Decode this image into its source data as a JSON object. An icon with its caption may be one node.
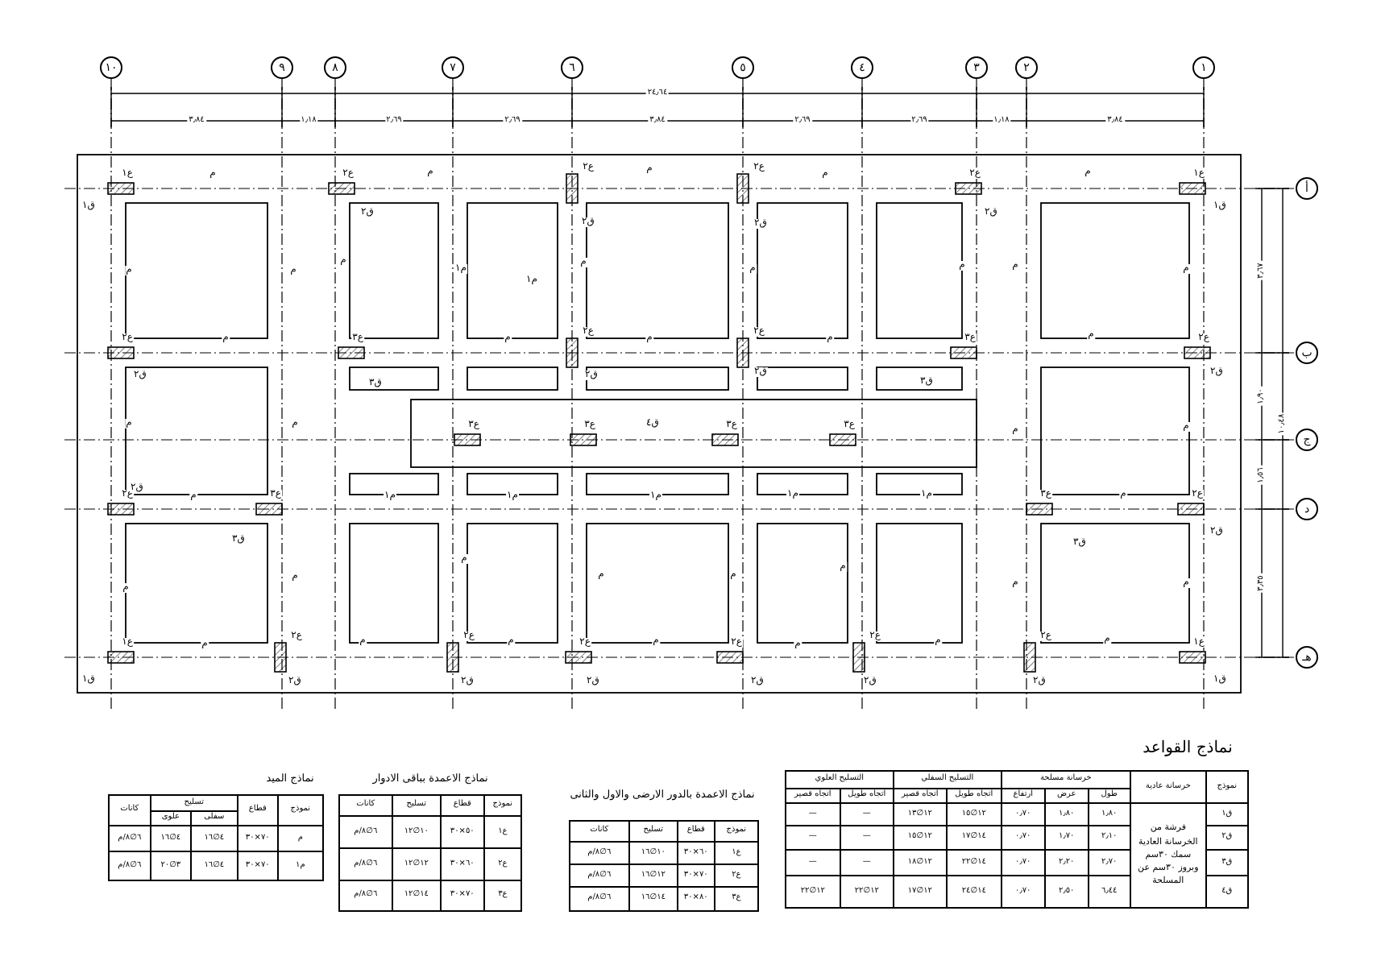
{
  "diagram": {
    "labels": [
      "١٠",
      "٩",
      "٨",
      "٧",
      "٦",
      "٥",
      "٤",
      "٣",
      "٢",
      "١",
      "أ",
      "ب",
      "ج",
      "د",
      "هـ",
      "٢٤٫٦٤",
      "٣٫٨٤",
      "١٫١٨",
      "٢٫٦٩",
      "٢٫٦٩",
      "٣٫٨٤",
      "٢٫٦٩",
      "٢٫٦٩",
      "١٫١٨",
      "٣٫٨٤",
      "١٠٫٤٨",
      "٣٫٦٧",
      "١٫٩٠",
      "١٫٥٦",
      "٣٫٣٥",
      "ع١",
      "ع٢",
      "ع٢",
      "ع٢",
      "ع٢",
      "ع١",
      "ع٢",
      "ع٣",
      "ع٢",
      "ع٢",
      "ع٣",
      "ع٢",
      "ع٣",
      "ع٣",
      "ع٣",
      "ع٣",
      "ع٢",
      "ع٣",
      "ع٣",
      "ع٢",
      "ع١",
      "ع٢",
      "ع٢",
      "ع٢",
      "ع٢",
      "ع٢",
      "ع٢",
      "ع١",
      "ق١",
      "ق٢",
      "ق٢",
      "ق٢",
      "ق٢",
      "ق١",
      "ق٢",
      "ق٣",
      "ق٢",
      "ق٢",
      "ق٣",
      "ق٢",
      "ق٤",
      "ق٢",
      "ق٣",
      "ق٣",
      "ق٢",
      "ق١",
      "ق٢",
      "ق٢",
      "ق٢",
      "ق٢",
      "ق٢",
      "ق٢",
      "ق١",
      "م",
      "م",
      "م",
      "م",
      "م",
      "م",
      "م",
      "م",
      "م١",
      "م١",
      "م",
      "م",
      "م",
      "م",
      "م",
      "م",
      "م",
      "م",
      "م",
      "م",
      "م",
      "م",
      "م",
      "م",
      "م",
      "م١",
      "م١",
      "م١",
      "م١",
      "م١",
      "م",
      "م",
      "م",
      "م",
      "م",
      "م",
      "م",
      "م",
      "م",
      "م",
      "م",
      "م",
      "م",
      "م",
      "م",
      "م",
      "نماذج القواعد",
      "نموذج",
      "خرسانة عادية",
      "خرسانة مسلحة",
      "التسليح السفلي",
      "التسليح العلوي",
      "طول",
      "عرض",
      "ارتفاع",
      "اتجاه طويل",
      "اتجاه قصير",
      "اتجاه طويل",
      "اتجاه قصير",
      "ق١",
      "فرشة من الخرسانة العادية سمك ٣٠سم وبروز ٣٠سم عن المسلحة",
      "١٫٨٠",
      "١٫٨٠",
      "٠٫٧٠",
      "١٢∅١٥",
      "١٢∅١٣",
      "—",
      "—",
      "ق٢",
      "٢٫١٠",
      "١٫٧٠",
      "٠٫٧٠",
      "١٤∅١٧",
      "١٢∅١٥",
      "—",
      "—",
      "ق٣",
      "٢٫٧٠",
      "٢٫٢٠",
      "٠٫٧٠",
      "١٤∅٢٢",
      "١٢∅١٨",
      "—",
      "—",
      "ق٤",
      "٦٫٤٤",
      "٢٫٥٠",
      "٠٫٧٠",
      "١٤∅٢٤",
      "١٢∅١٧",
      "١٢∅٢٢",
      "١٢∅٢٢",
      "نماذج الاعمدة بالدور الارضى والاول والثانى",
      "نموذج",
      "قطاع",
      "تسليح",
      "كانات",
      "ع١",
      "٦٠×٣٠",
      "١٠∅١٦",
      "٦∅٨/م",
      "ع٢",
      "٧٠×٣٠",
      "١٢∅١٦",
      "٦∅٨/م",
      "ع٣",
      "٨٠×٣٠",
      "١٤∅١٦",
      "٦∅٨/م",
      "نماذج الاعمدة بباقى الادوار",
      "نموذج",
      "قطاع",
      "تسليح",
      "كانات",
      "ع١",
      "٥٠×٣٠",
      "١٠∅١٢",
      "٦∅٨/م",
      "ع٢",
      "٦٠×٣٠",
      "١٢∅١٢",
      "٦∅٨/م",
      "ع٣",
      "٧٠×٣٠",
      "١٤∅١٢",
      "٦∅٨/م",
      "نماذج الميد",
      "نموذج",
      "قطاع",
      "تسليح",
      "كانات",
      "سفلى",
      "علوى",
      "م",
      "٧٠×٣٠",
      "٤∅١٦",
      "٤∅١٦",
      "٦∅٨/م",
      "م١",
      "٧٠×٣٠",
      "٤∅١٦",
      "٣∅٢٠",
      "٦∅٨/م"
    ]
  }
}
